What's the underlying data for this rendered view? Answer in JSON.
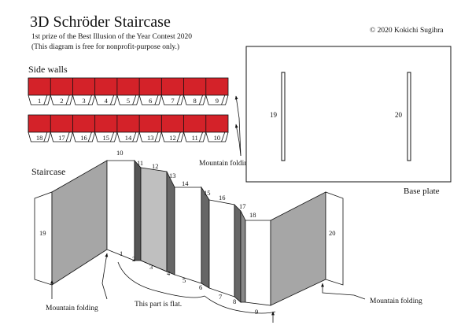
{
  "header": {
    "title": "3D Schröder Staircase",
    "subtitle_line1": "1st prize of the Best Illusion of the Year Contest 2020",
    "subtitle_line2": "(This diagram is free for nonprofit-purpose only.)",
    "copyright": "© 2020 Kokichi Sugihra"
  },
  "side_walls": {
    "label": "Side walls",
    "row1_numbers": [
      "1",
      "2",
      "3",
      "4",
      "5",
      "6",
      "7",
      "8",
      "9"
    ],
    "row2_numbers": [
      "18",
      "17",
      "16",
      "15",
      "14",
      "13",
      "12",
      "11",
      "10"
    ],
    "fold_note": "Mountain folding"
  },
  "base_plate": {
    "label": "Base plate",
    "slot_left": "19",
    "slot_right": "20"
  },
  "staircase": {
    "label": "Staircase",
    "faces": [
      "19",
      "1",
      "2",
      "3",
      "4",
      "5",
      "6",
      "7",
      "8",
      "9",
      "10",
      "11",
      "12",
      "13",
      "14",
      "15",
      "16",
      "17",
      "18",
      "20"
    ],
    "left_fold_note": "Mountain folding",
    "right_fold_note": "Mountain folding",
    "flat_note": "This part is flat."
  },
  "colors": {
    "wall_red": "#d42229",
    "shade_gray": "#a6a6a6",
    "line": "#111111"
  }
}
